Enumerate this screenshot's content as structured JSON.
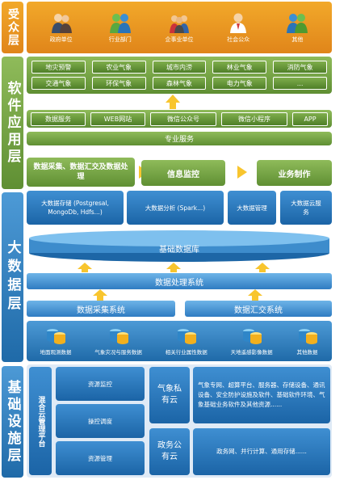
{
  "layers": {
    "audience": "受众层",
    "software": "软件应用层",
    "bigdata": "大数据层",
    "infra": "基础设施层"
  },
  "audience_items": [
    {
      "label": "政府单位",
      "icon": "government-icon"
    },
    {
      "label": "行业部门",
      "icon": "industry-icon"
    },
    {
      "label": "企事业单位",
      "icon": "enterprise-icon"
    },
    {
      "label": "社会公众",
      "icon": "public-icon"
    },
    {
      "label": "其他",
      "icon": "other-icon"
    }
  ],
  "software": {
    "top_grid": [
      [
        "地灾预警",
        "农业气象",
        "城市内涝",
        "林业气象",
        "消防气象"
      ],
      [
        "交通气象",
        "环保气象",
        "森林气象",
        "电力气象",
        "..."
      ]
    ],
    "service_row": [
      "数据服务",
      "WEB网站",
      "微信公众号",
      "微信小程序",
      "APP"
    ],
    "professional_service": "专业服务",
    "process": {
      "collect": "数据采集、数据汇交及数据处理",
      "monitor": "信息监控",
      "produce": "业务制作"
    }
  },
  "bigdata": {
    "storage": "大数据存储 (Postgresal, MongoDb, Hdfs...)",
    "analysis": "大数据分析 (Spark...)",
    "management": "大数据管理",
    "cloud_service": "大数据云服务",
    "base_db": "基础数据库",
    "processing": "数据处理系统",
    "collection": "数据采集系统",
    "exchange": "数据汇交系统",
    "sources": [
      "地面观测数据",
      "气象灾况与服务数据",
      "相关行业属性数据",
      "天地遥感影像数据",
      "其他数据"
    ]
  },
  "infra": {
    "platform": "混合云管理平台",
    "items": [
      "资源监控",
      "操控调度",
      "资源管理"
    ],
    "private_cloud": "气象私有云",
    "private_desc": "气象专网、超算平台、服务器、存储设备、通讯设备、安全防护设施及软件、基础软件环境、气象基础业务软件及其他资源......",
    "gov_cloud": "政务公有云",
    "gov_desc": "政务网、并行计算、通用存储......"
  },
  "colors": {
    "orange": "#e8901e",
    "green": "#6a9a3a",
    "blue": "#2577b8",
    "arrow": "#f8c52e"
  }
}
